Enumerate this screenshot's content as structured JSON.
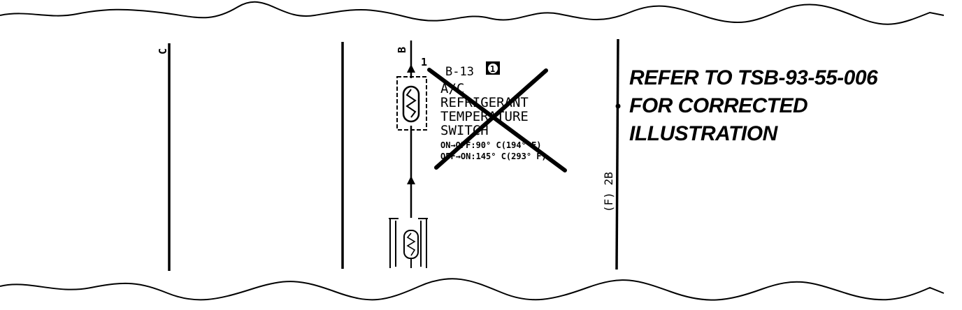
{
  "labels": {
    "left_wire": "C",
    "top_wire": "B",
    "pin_number": "1",
    "connector_ref": "B-13",
    "connector_badge": "1",
    "right_wire": "(F) 2B"
  },
  "component": {
    "name_lines": [
      "A/C",
      "REFRIGERANT",
      "TEMPERATURE",
      "SWITCH"
    ],
    "spec_lines": [
      "ON→OFF:90° C(194° F)",
      "OFF→ON:145° C(293° F)"
    ]
  },
  "notice": {
    "line1": "REFER TO TSB-93-55-006",
    "line2": "FOR CORRECTED",
    "line3": "ILLUSTRATION"
  }
}
